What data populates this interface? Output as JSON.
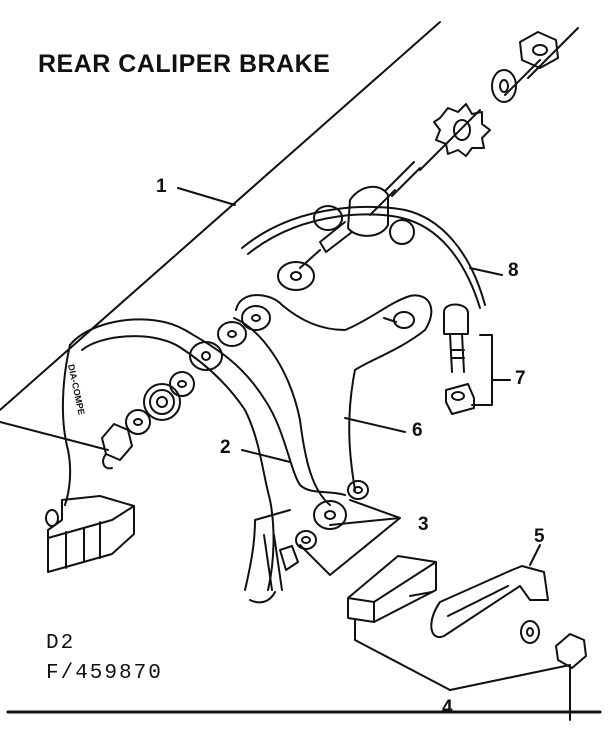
{
  "title": "REAR CALIPER BRAKE",
  "codes": {
    "line1": "D2",
    "line2": "F/459870"
  },
  "brand_mark": "DIA-COMPE",
  "callouts": [
    "1",
    "2",
    "3",
    "4",
    "5",
    "6",
    "7",
    "8"
  ],
  "colors": {
    "ink": "#111111",
    "paper": "#ffffff"
  }
}
